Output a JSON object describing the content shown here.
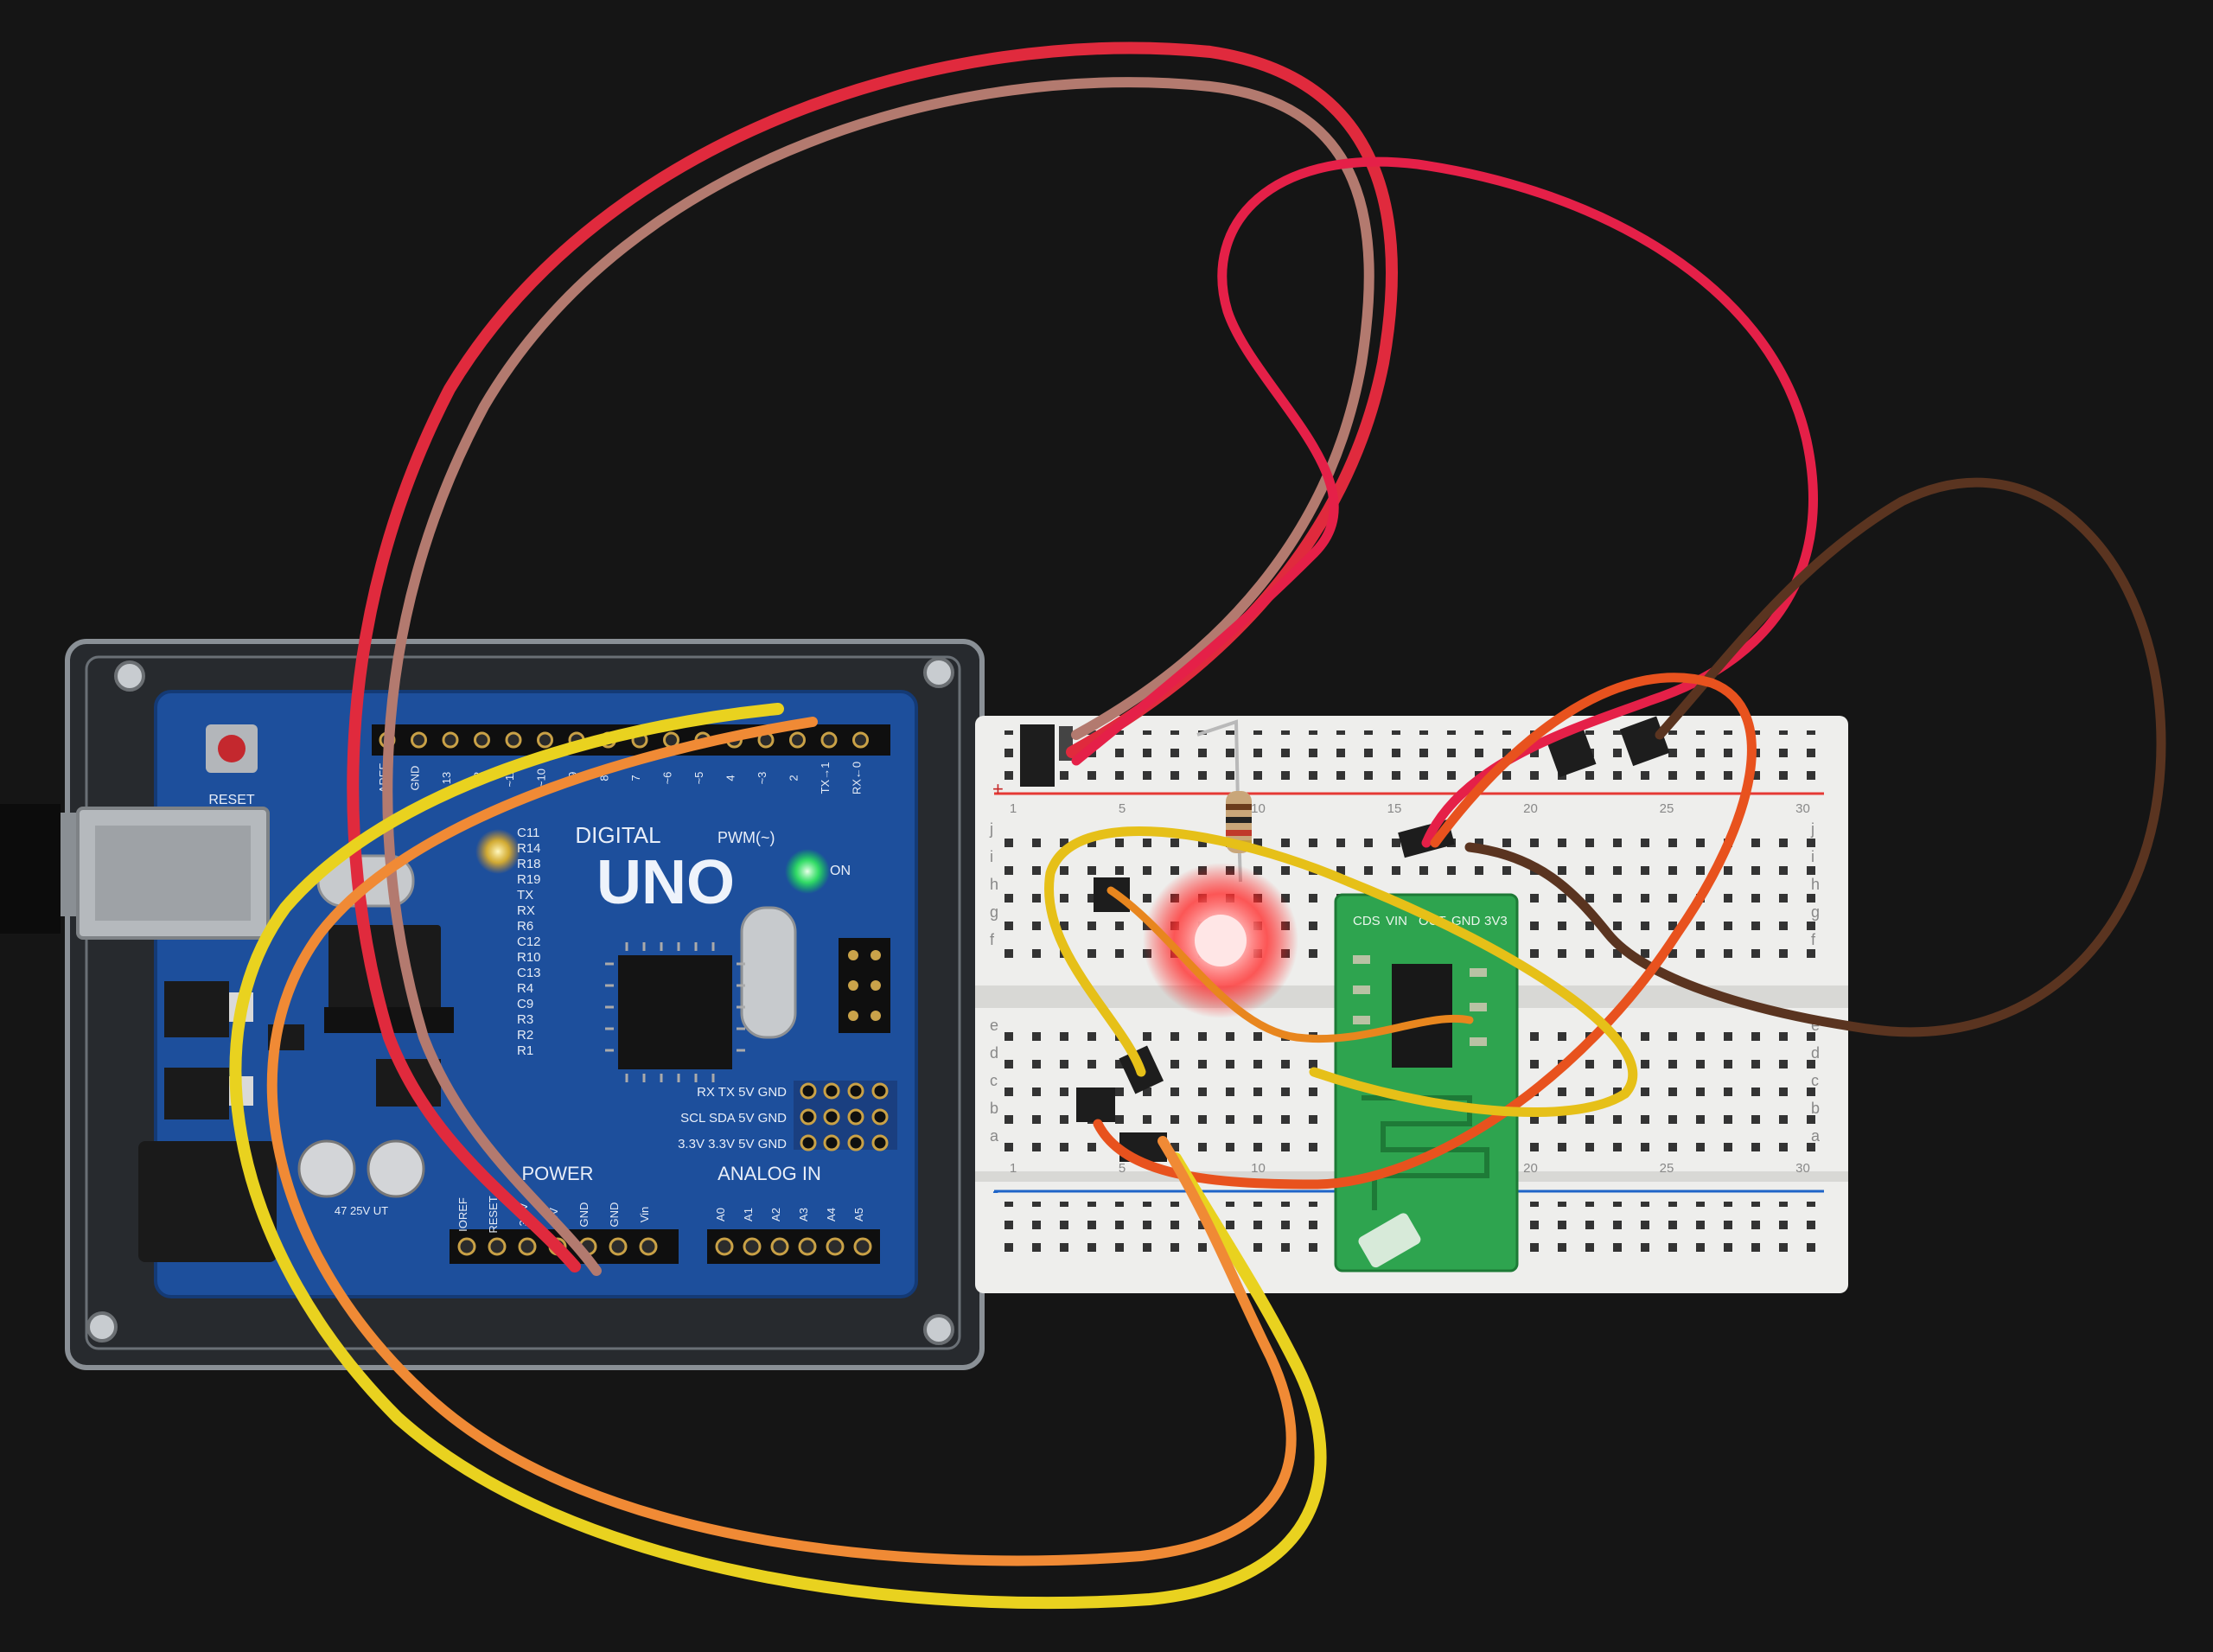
{
  "board": {
    "model": "UNO",
    "digital_label": "DIGITAL",
    "pwm_label": "PWM(~)",
    "power_label": "POWER",
    "analog_label": "ANALOG IN",
    "reset_label": "RESET",
    "on_label": "ON",
    "top_pins": [
      "AREF",
      "GND",
      "13",
      "12",
      "~11",
      "~10",
      "~9",
      "8",
      "7",
      "~6",
      "~5",
      "4",
      "~3",
      "2",
      "TX→1",
      "RX←0"
    ],
    "power_pins": [
      "IOREF",
      "RESET",
      "3.3V",
      "5V",
      "GND",
      "GND",
      "Vin"
    ],
    "analog_pins": [
      "A0",
      "A1",
      "A2",
      "A3",
      "A4",
      "A5"
    ],
    "silkscreen": [
      "C11",
      "R14",
      "R18",
      "R19",
      "TX",
      "RX",
      "R6",
      "C12",
      "R10",
      "C13",
      "R4",
      "C9",
      "R3",
      "R2",
      "R1"
    ],
    "header_rows": [
      "RX TX 5V GND",
      "SCL SDA 5V GND",
      "3.3V 3.3V 5V GND"
    ],
    "capacitor_label": "47 25V UT",
    "led_colors": {
      "l_led": "#ffc21a",
      "on_led": "#39ff5a"
    }
  },
  "breadboard": {
    "row_letters_top": [
      "j",
      "i",
      "h",
      "g",
      "f"
    ],
    "row_letters_bottom": [
      "e",
      "d",
      "c",
      "b",
      "a"
    ],
    "column_numbers": [
      "1",
      "5",
      "10",
      "15",
      "20",
      "25",
      "30"
    ],
    "rail_marks": [
      "+",
      "-"
    ]
  },
  "sensor": {
    "pin_labels": [
      "CDS",
      "VIN",
      "OUT",
      "GND",
      "3V3"
    ]
  },
  "colors": {
    "background": "#151515",
    "board_blue": "#1d4f9c",
    "breadboard": "#eeeeec",
    "sensor_green": "#2ea44f",
    "led_red": "#ff3030"
  },
  "wires": [
    "red",
    "brown",
    "yellow",
    "orange"
  ]
}
